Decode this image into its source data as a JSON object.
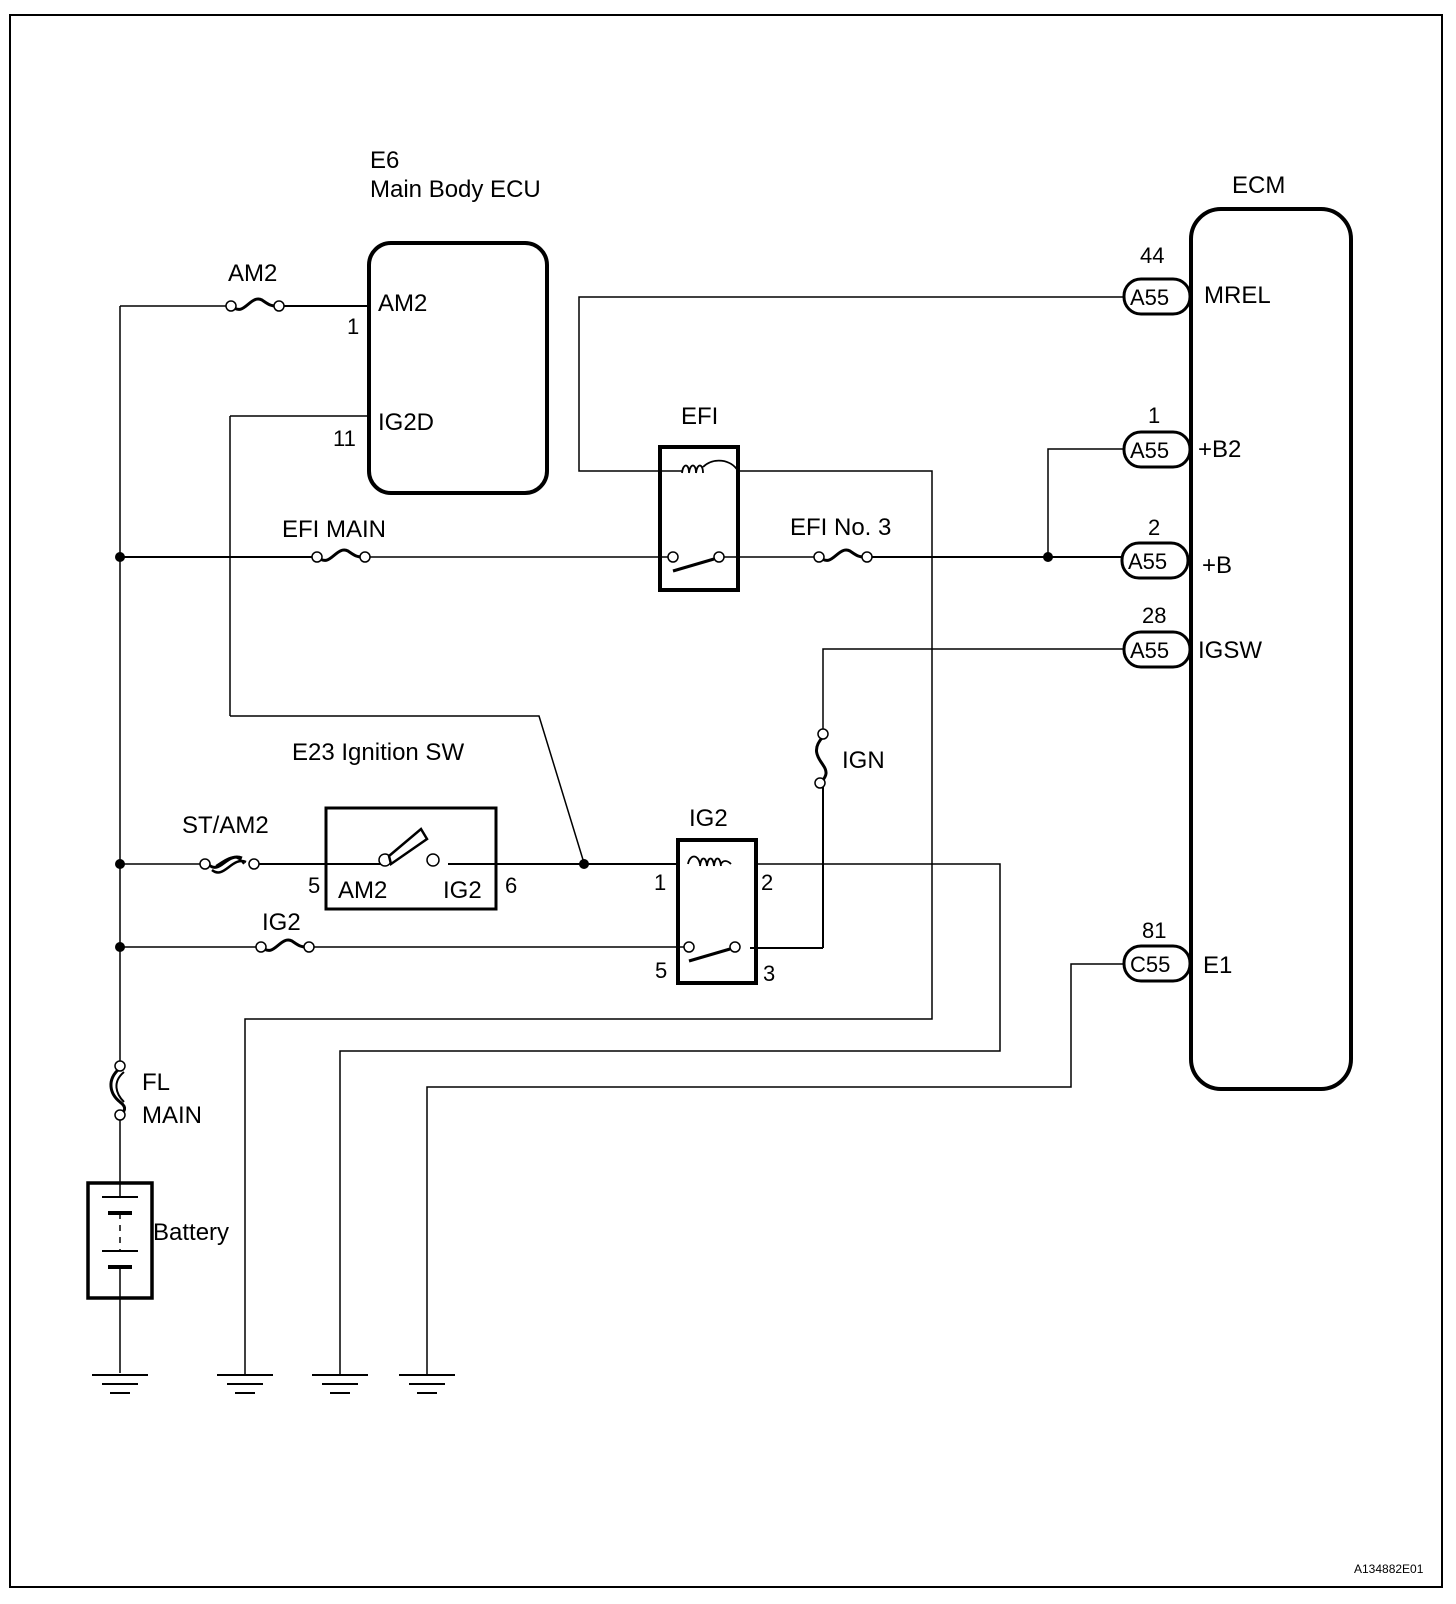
{
  "diagram": {
    "figure_id": "A134882E01",
    "components": {
      "main_body_ecu": {
        "ref": "E6",
        "name": "Main Body ECU",
        "pins": [
          {
            "num": "1",
            "name": "AM2"
          },
          {
            "num": "11",
            "name": "IG2D"
          }
        ]
      },
      "ecm": {
        "name": "ECM",
        "pins": [
          {
            "num": "44",
            "connector": "A55",
            "name": "MREL"
          },
          {
            "num": "1",
            "connector": "A55",
            "name": "+B2"
          },
          {
            "num": "2",
            "connector": "A55",
            "name": "+B"
          },
          {
            "num": "28",
            "connector": "A55",
            "name": "IGSW"
          },
          {
            "num": "81",
            "connector": "C55",
            "name": "E1"
          }
        ]
      },
      "ignition_switch": {
        "name": "E23 Ignition SW",
        "pin_in": "5",
        "pin_out": "6",
        "contact_in": "AM2",
        "contact_out": "IG2"
      },
      "efi_relay": {
        "name": "EFI"
      },
      "ig2_relay": {
        "name": "IG2",
        "pins": [
          "1",
          "2",
          "5",
          "3"
        ]
      },
      "battery": {
        "name": "Battery"
      }
    },
    "fuses": {
      "am2": "AM2",
      "efi_main": "EFI MAIN",
      "efi_no3": "EFI No. 3",
      "st_am2": "ST/AM2",
      "ig2": "IG2",
      "ign": "IGN",
      "fl_main_line1": "FL",
      "fl_main_line2": "MAIN"
    }
  }
}
